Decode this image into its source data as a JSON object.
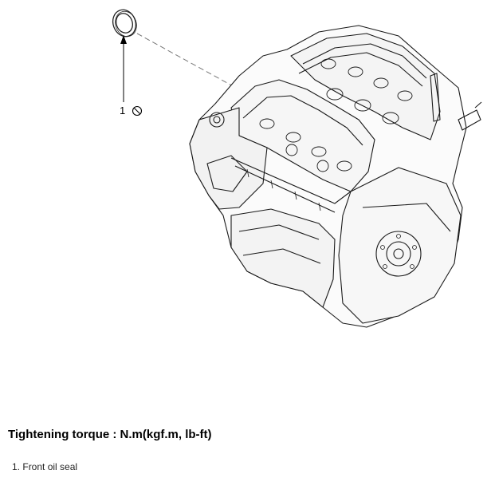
{
  "diagram": {
    "callout": {
      "number": "1",
      "icon": "prohibited-reuse-icon"
    }
  },
  "torque": {
    "heading": "Tightening torque : N.m(kgf.m, lb-ft)"
  },
  "legend": {
    "items": [
      {
        "number": "1.",
        "label": "Front oil seal"
      }
    ]
  }
}
